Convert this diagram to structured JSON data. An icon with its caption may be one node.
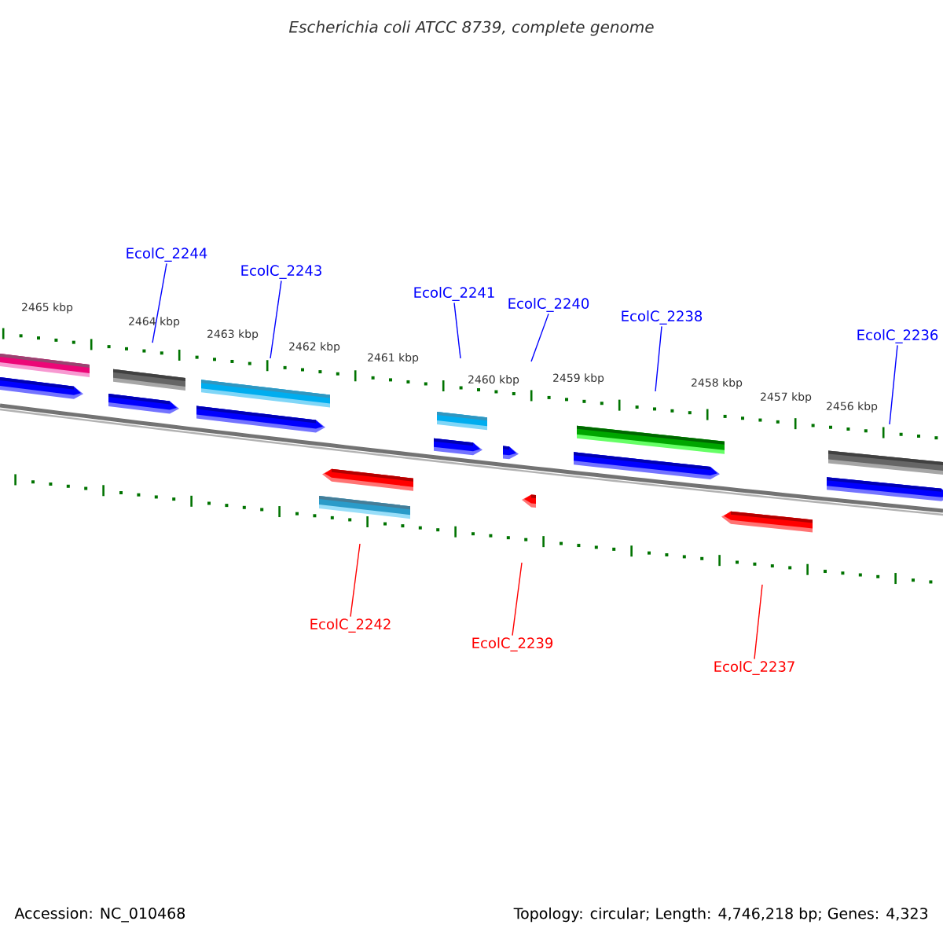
{
  "diagram": {
    "title": "Escherichia coli ATCC 8739, complete genome",
    "nodes": [
      {
        "text": [
          "EcolC_2244"
        ]
      },
      {
        "text": [
          "EcolC_2243"
        ]
      },
      {
        "text": [
          "EcolC_2241"
        ]
      },
      {
        "text": [
          "EcolC_2240"
        ]
      },
      {
        "text": [
          "EcolC_2238"
        ]
      },
      {
        "text": [
          "EcolC_2236"
        ]
      },
      {
        "text": [
          "EcolC_2242"
        ]
      },
      {
        "text": [
          "EcolC_2239"
        ]
      },
      {
        "text": [
          "EcolC_2237"
        ]
      }
    ],
    "edges": [
      {
        "from": 0,
        "to": null,
        "arrow": "none",
        "color": "#0000ff"
      },
      {
        "from": 1,
        "to": null,
        "arrow": "none",
        "color": "#0000ff"
      },
      {
        "from": 2,
        "to": null,
        "arrow": "none",
        "color": "#0000ff"
      },
      {
        "from": 3,
        "to": null,
        "arrow": "none",
        "color": "#0000ff"
      },
      {
        "from": 4,
        "to": null,
        "arrow": "none",
        "color": "#0000ff"
      },
      {
        "from": 5,
        "to": null,
        "arrow": "none",
        "color": "#0000ff"
      },
      {
        "from": 6,
        "to": null,
        "arrow": "none",
        "color": "#ff0000"
      },
      {
        "from": 7,
        "to": null,
        "arrow": "none",
        "color": "#ff0000"
      },
      {
        "from": 8,
        "to": null,
        "arrow": "none",
        "color": "#ff0000"
      }
    ],
    "labels": [
      "2465 kbp",
      "2464 kbp",
      "2463 kbp",
      "2462 kbp",
      "2461 kbp",
      "2460 kbp",
      "2459 kbp",
      "2458 kbp",
      "2457 kbp",
      "2456 kbp",
      "Accession: NC_010468",
      "Topology: circular; Length: 4,746,218 bp; Genes: 4,323"
    ]
  }
}
